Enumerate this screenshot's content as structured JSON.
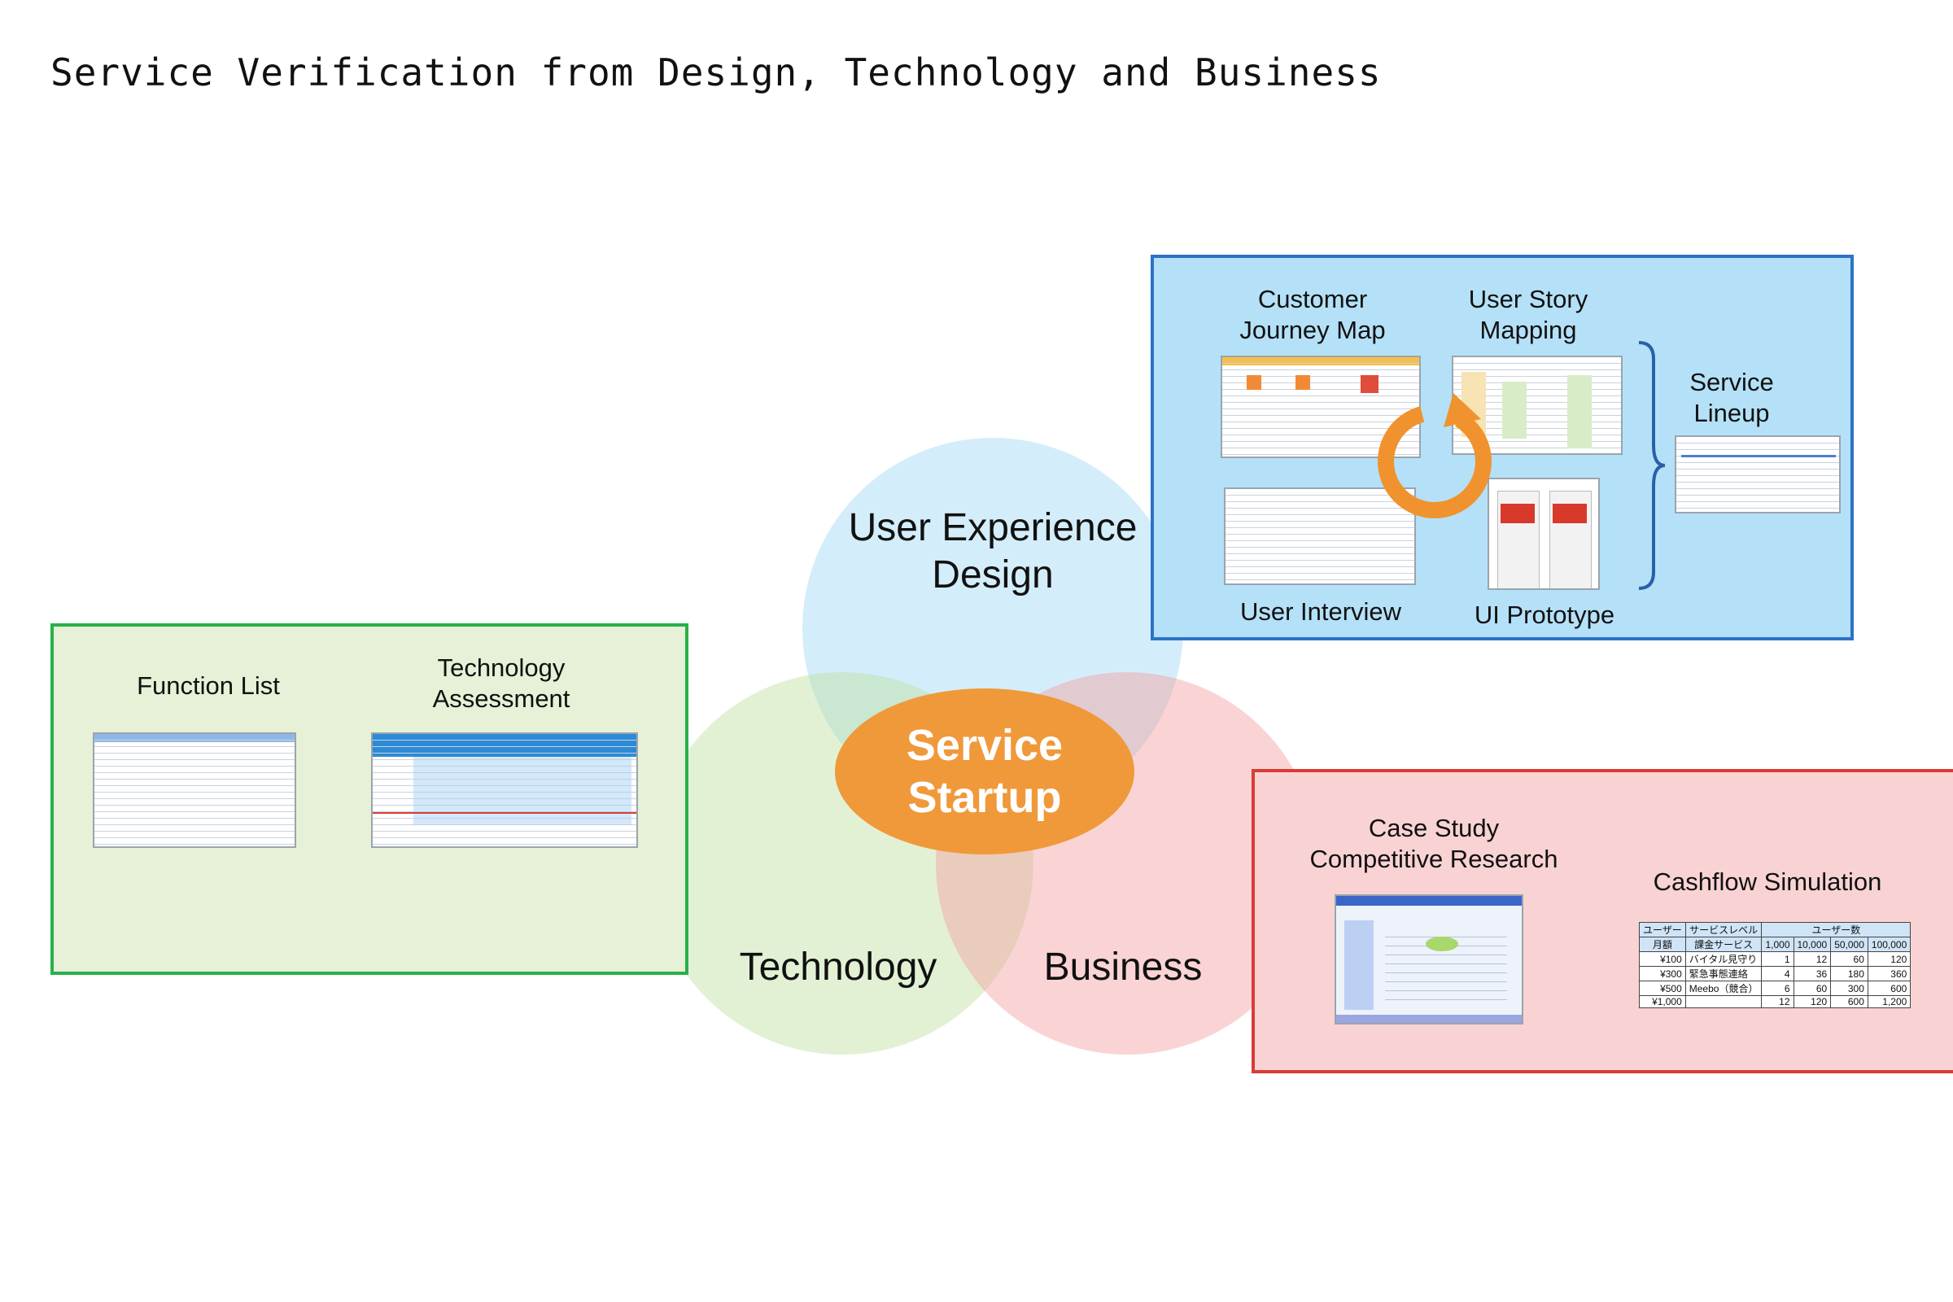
{
  "title": "Service Verification from Design, Technology and Business",
  "venn": {
    "ux_label": [
      "User Experience",
      "Design"
    ],
    "tech_label": "Technology",
    "biz_label": "Business",
    "core": [
      "Service",
      "Startup"
    ]
  },
  "ux_panel": {
    "customer_journey": [
      "Customer",
      "Journey Map"
    ],
    "user_story": [
      "User Story",
      "Mapping"
    ],
    "service_lineup": [
      "Service",
      "Lineup"
    ],
    "user_interview": "User Interview",
    "ui_prototype": "UI Prototype"
  },
  "tech_panel": {
    "function_list": "Function List",
    "tech_assessment": [
      "Technology",
      "Assessment"
    ]
  },
  "biz_panel": {
    "case_study": [
      "Case Study",
      "Competitive Research"
    ],
    "cashflow": "Cashflow Simulation",
    "cashflow_table": {
      "header_row1": [
        "ユーザー",
        "サービスレベル",
        "ユーザー数"
      ],
      "header_row2": [
        "月額",
        "課金サービス",
        "1,000",
        "10,000",
        "50,000",
        "100,000"
      ],
      "rows": [
        [
          "¥100",
          "バイタル見守り",
          "1",
          "12",
          "60",
          "120"
        ],
        [
          "¥300",
          "緊急事態連絡",
          "4",
          "36",
          "180",
          "360"
        ],
        [
          "¥500",
          "Meebo（競合）",
          "6",
          "60",
          "300",
          "600"
        ],
        [
          "¥1,000",
          "",
          "12",
          "120",
          "600",
          "1,200"
        ]
      ]
    }
  },
  "colors": {
    "core": "#f0993a",
    "ux_box": "#b4e1f8",
    "ux_border": "#2c72c7",
    "tech_box": "#e6f1d7",
    "tech_border": "#28b04a",
    "biz_box": "#f9d3d3",
    "biz_border": "#d93b36"
  }
}
